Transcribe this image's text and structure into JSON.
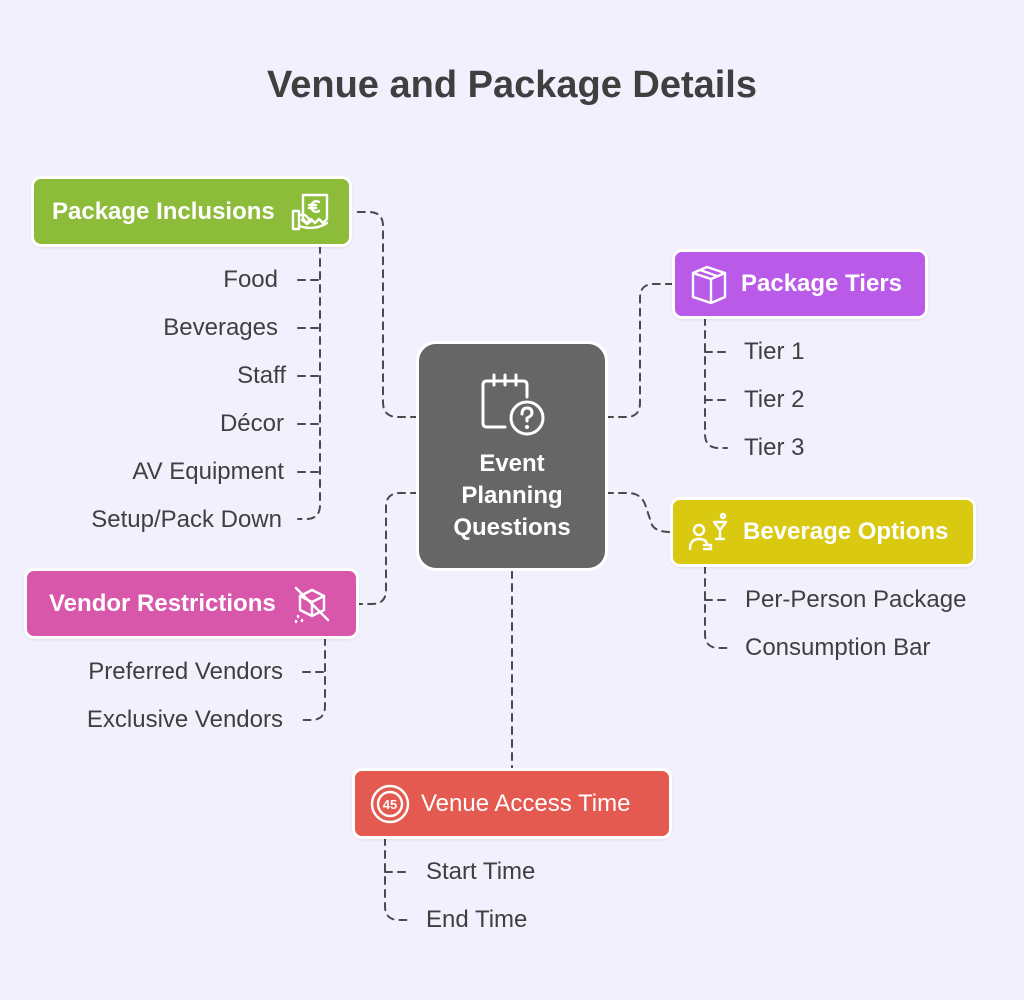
{
  "title": "Venue and Package Details",
  "center": {
    "label": "Event\nPlanning\nQuestions",
    "icon": "calendar-question-icon",
    "color": "#666666"
  },
  "branches": {
    "package_inclusions": {
      "label": "Package Inclusions",
      "icon": "receipt-euro-icon",
      "color": "#8cbc3a",
      "items": [
        "Food",
        "Beverages",
        "Staff",
        "Décor",
        "AV Equipment",
        "Setup/Pack Down"
      ]
    },
    "vendor_restrictions": {
      "label": "Vendor Restrictions",
      "icon": "blocked-box-icon",
      "color": "#d957aa",
      "items": [
        "Preferred Vendors",
        "Exclusive Vendors"
      ]
    },
    "package_tiers": {
      "label": "Package Tiers",
      "icon": "box-icon",
      "color": "#b95ae9",
      "items": [
        "Tier 1",
        "Tier 2",
        "Tier 3"
      ]
    },
    "beverage_options": {
      "label": "Beverage Options",
      "icon": "person-cocktail-icon",
      "color": "#d9c910",
      "items": [
        "Per-Person Package",
        "Consumption Bar"
      ]
    },
    "venue_access_time": {
      "label": "Venue Access Time",
      "icon": "timer-45-icon",
      "color": "#e45a50",
      "items": [
        "Start Time",
        "End Time"
      ]
    }
  }
}
